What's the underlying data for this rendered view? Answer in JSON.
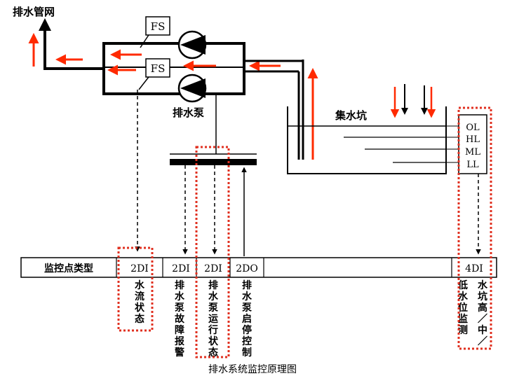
{
  "labels": {
    "drain_network": "排水管网",
    "pump_label": "排水泵",
    "sump_label": "集水坑",
    "fs_top": "FS",
    "fs_bottom": "FS",
    "caption": "排水系统监控原理图"
  },
  "levels": [
    "OL",
    "HL",
    "ML",
    "LL"
  ],
  "table": {
    "header": "监控点类型",
    "cells": [
      {
        "type": "2DI",
        "desc": [
          "水",
          "流",
          "状",
          "态"
        ]
      },
      {
        "type": "2DI",
        "desc": [
          "排",
          "水",
          "泵",
          "故",
          "障",
          "报",
          "警"
        ]
      },
      {
        "type": "2DI",
        "desc": [
          "排",
          "水",
          "泵",
          "运",
          "行",
          "状",
          "态"
        ]
      },
      {
        "type": "2DO",
        "desc": [
          "排",
          "水",
          "泵",
          "启",
          "停",
          "控",
          "制"
        ]
      },
      {
        "type": "4DI",
        "desc_a": [
          "低",
          "水",
          "位",
          "监",
          "测"
        ],
        "desc_b": [
          "水",
          "坑",
          "高",
          "／",
          "中",
          "／"
        ]
      }
    ]
  },
  "colors": {
    "flow_arrow": "#ff2a00",
    "highlight_box": "#e03020",
    "line": "#000000"
  }
}
